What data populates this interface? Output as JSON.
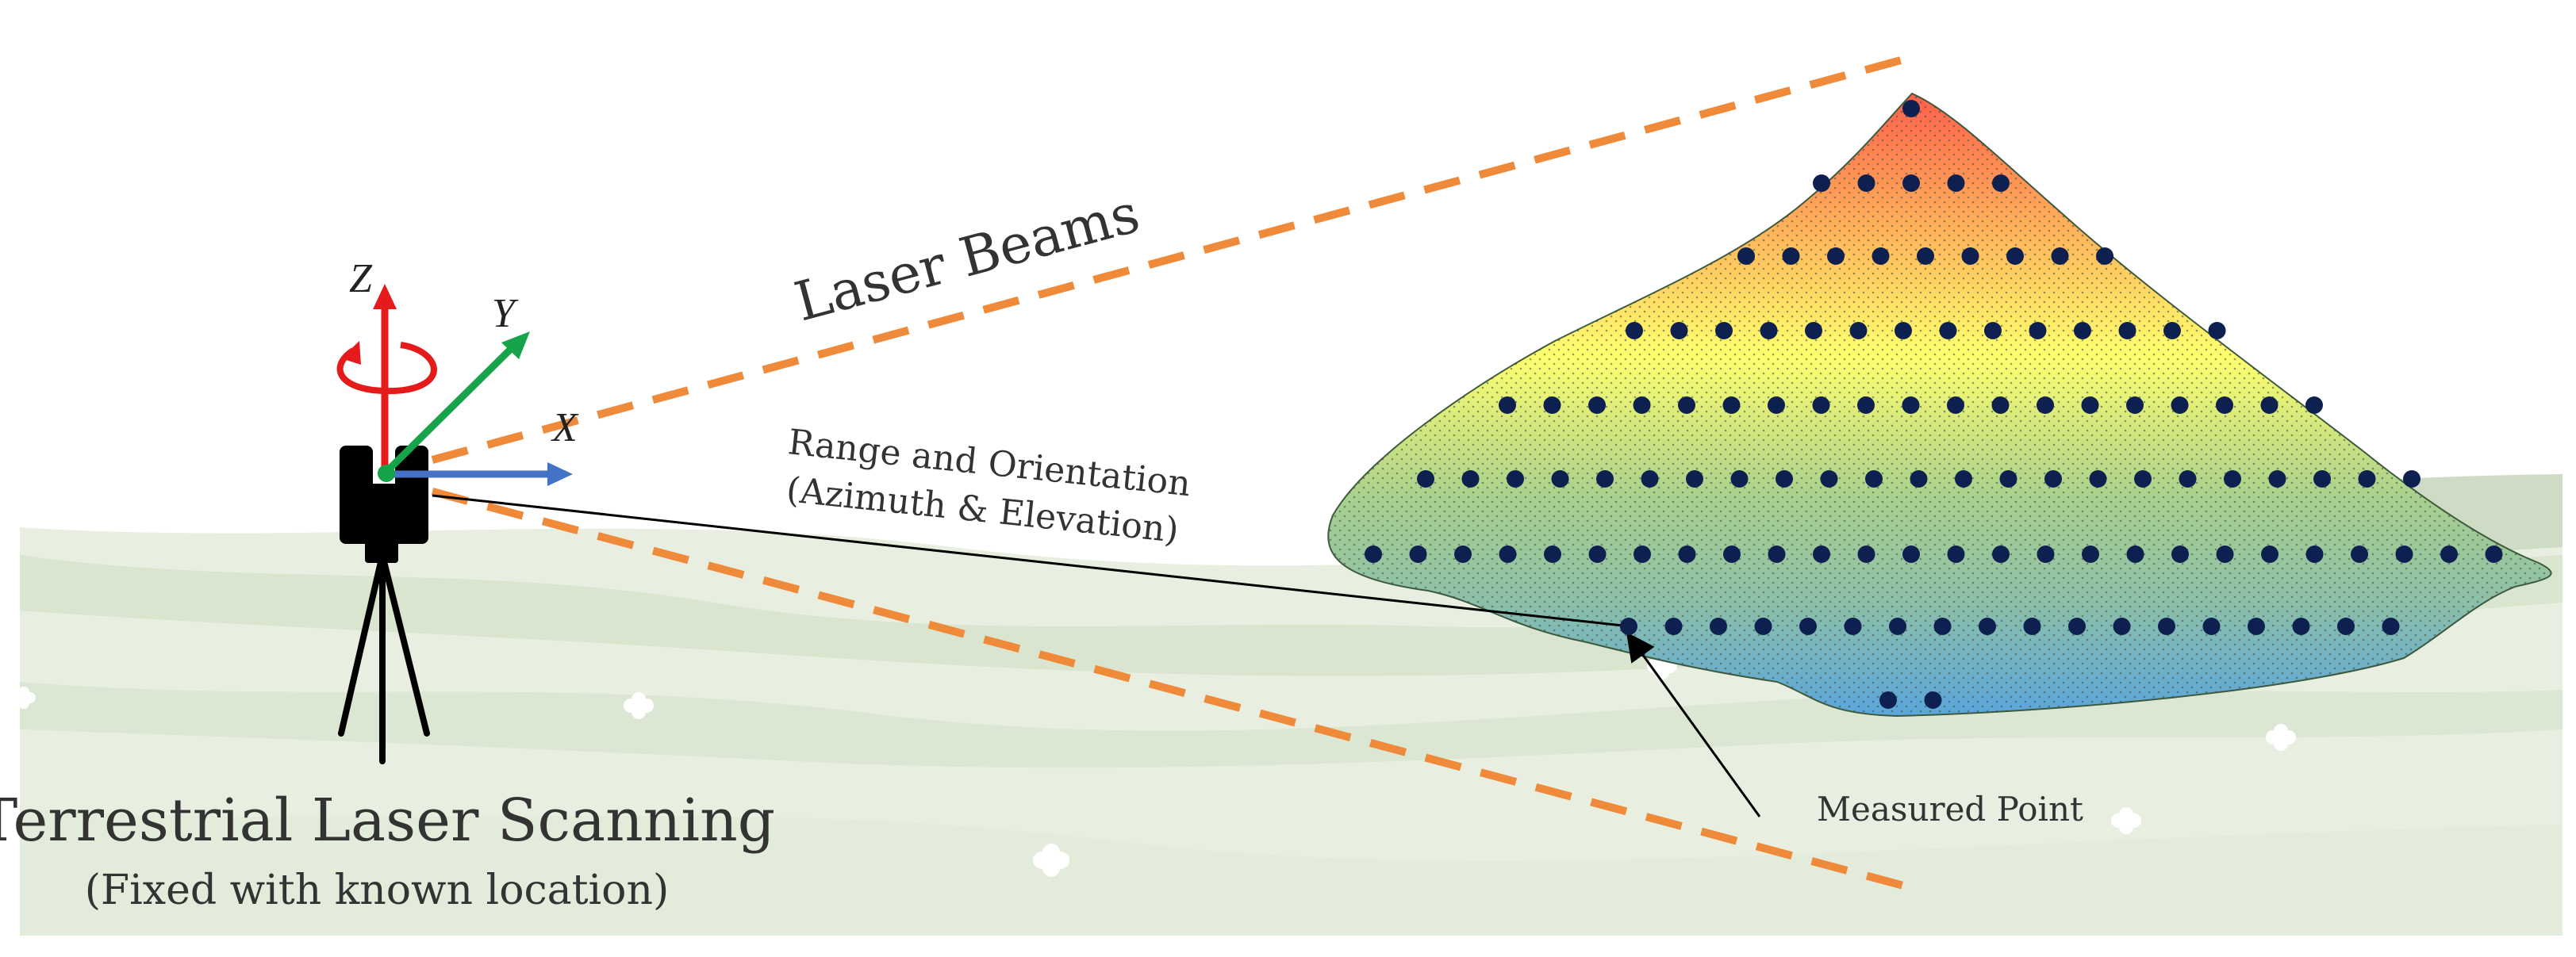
{
  "labels": {
    "laser_beams": "Laser Beams",
    "range_line1": "Range and Orientation",
    "range_line2": "(Azimuth & Elevation)",
    "measured_point": "Measured Point",
    "title": "Terrestrial Laser Scanning",
    "subtitle": "(Fixed with known location)",
    "axis_z": "Z",
    "axis_y": "Y",
    "axis_x": "X"
  },
  "colors": {
    "beam": "#ee8a3a",
    "axis_z": "#e51a1a",
    "axis_y": "#17a34a",
    "axis_x": "#4472c4",
    "point": "#0d2050",
    "terrain_top": "#ff5f4c",
    "terrain_mid": "#ffff6e",
    "terrain_low": "#a9d08e",
    "terrain_bottom": "#5aa6dc",
    "ground_light": "#e8efe0",
    "ground_dark": "#cddbc3"
  },
  "icons": [
    "laser-scanner-icon",
    "tripod-icon",
    "rotation-arrow-icon",
    "flower-icon"
  ],
  "point_rows": [
    {
      "count": 1
    },
    {
      "count": 5
    },
    {
      "count": 9
    },
    {
      "count": 14
    },
    {
      "count": 19
    },
    {
      "count": 23
    },
    {
      "count": 26
    },
    {
      "count": 18
    },
    {
      "count": 2
    }
  ]
}
